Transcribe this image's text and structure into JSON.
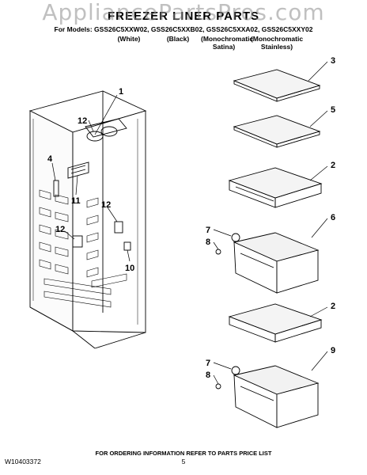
{
  "watermark": "AppliancePartsPros.com",
  "header": {
    "title": "FREEZER LINER PARTS",
    "models": "For Models: GSS26C5XXW02, GSS26C5XXB02, GSS26C5XXA02, GSS26C5XXY02",
    "variants": [
      {
        "label": "(White)"
      },
      {
        "label": "(Black)"
      },
      {
        "label": "(Monochromatic Satina)"
      },
      {
        "label": "(Monochromatic Stainless)"
      }
    ]
  },
  "callouts": {
    "c1": "1",
    "c2a": "2",
    "c2b": "2",
    "c3": "3",
    "c4": "4",
    "c5": "5",
    "c6": "6",
    "c7a": "7",
    "c7b": "7",
    "c8a": "8",
    "c8b": "8",
    "c9": "9",
    "c10": "10",
    "c11": "11",
    "c12a": "12",
    "c12b": "12",
    "c12c": "12"
  },
  "footer": {
    "ordering_note": "FOR ORDERING INFORMATION REFER TO PARTS PRICE LIST",
    "document_number": "W10403372",
    "page_number": "5"
  }
}
